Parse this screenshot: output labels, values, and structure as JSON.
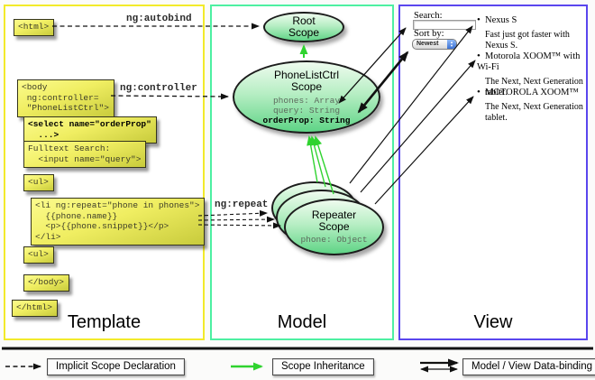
{
  "columns": {
    "template": {
      "label": "Template"
    },
    "model": {
      "label": "Model"
    },
    "view": {
      "label": "View"
    }
  },
  "edges": {
    "autobind": "ng:autobind",
    "controller": "ng:controller",
    "repeat": "ng:repeat"
  },
  "template_code": {
    "html_open": "<html>",
    "body_open": "<body\n ng:controller=\n \"PhoneListCtrl\">",
    "select": "<select name=\"orderProp\"\n  ...>",
    "fulltext": "Fulltext Search:\n  <input name=\"query\">",
    "ul_open": "<ul>",
    "li_repeat": "<li ng:repeat=\"phone in phones\">\n  {{phone.name}}\n  <p>{{phone.snippet}}</p>\n</li>",
    "ul_close": "<ul>",
    "body_close": "</body>",
    "html_close": "</html>"
  },
  "model": {
    "root_scope": {
      "title": "Root\nScope"
    },
    "phone_list_ctrl": {
      "title": "PhoneListCtrl\nScope",
      "props": [
        "phones: Array",
        "query: String"
      ],
      "bold_prop": "orderProp: String"
    },
    "repeater": {
      "title": "Repeater\nScope",
      "prop": "phone: Object"
    }
  },
  "view": {
    "search_label": "Search:",
    "sort_label": "Sort by:",
    "sort_value": "Newest",
    "items": [
      {
        "title": "Nexus S",
        "desc": "Fast just got faster with Nexus S."
      },
      {
        "title": "Motorola XOOM™ with Wi-Fi",
        "desc": "The Next, Next Generation tablet."
      },
      {
        "title": "MOTOROLA XOOM™",
        "desc": "The Next, Next Generation tablet."
      }
    ]
  },
  "legend": {
    "implicit": "Implicit Scope Declaration",
    "inheritance": "Scope Inheritance",
    "binding": "Model / View Data-binding"
  },
  "colors": {
    "template_border": "#f2ea2b",
    "model_border": "#4df0a2",
    "view_border": "#5a46ee",
    "scope_green": "#5fd486",
    "box_yellow": "#f0ee62",
    "inheritance_green": "#2fd32f",
    "arrow_black": "#111111"
  }
}
